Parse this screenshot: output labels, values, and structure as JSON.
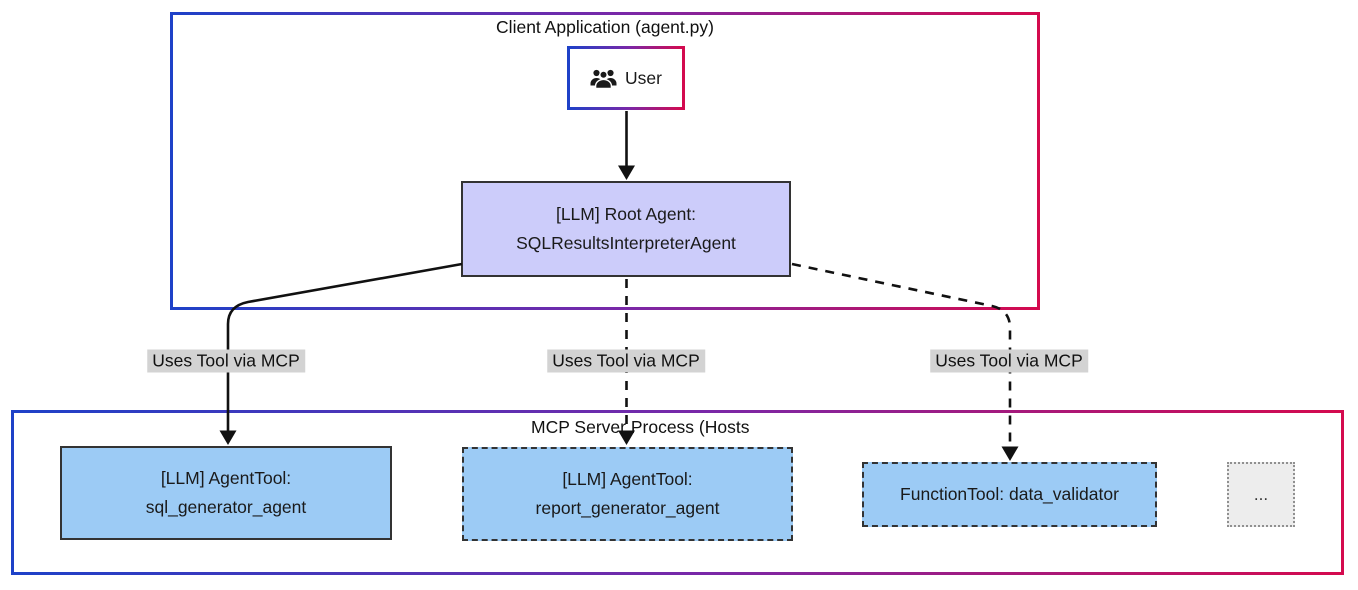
{
  "client": {
    "title": "Client Application (agent.py)",
    "user": {
      "label": "User",
      "icon": "users-icon"
    },
    "root_agent": {
      "line1": "[LLM] Root Agent:",
      "line2": "SQLResultsInterpreterAgent"
    }
  },
  "edges": [
    {
      "from": "root_agent",
      "to": "sql_generator_agent",
      "label": "Uses Tool via MCP",
      "style": "solid"
    },
    {
      "from": "root_agent",
      "to": "report_generator_agent",
      "label": "Uses Tool via MCP",
      "style": "dashed"
    },
    {
      "from": "root_agent",
      "to": "data_validator",
      "label": "Uses Tool via MCP",
      "style": "dashed"
    }
  ],
  "server": {
    "title": "MCP Server Process (Hosts",
    "tools": [
      {
        "line1": "[LLM] AgentTool:",
        "line2": "sql_generator_agent",
        "border": "solid"
      },
      {
        "line1": "[LLM] AgentTool:",
        "line2": "report_generator_agent",
        "border": "dashed"
      },
      {
        "line1": "FunctionTool: data_validator",
        "border": "dashed"
      },
      {
        "line1": "...",
        "border": "dotted"
      }
    ]
  },
  "colors": {
    "container_gradient_start": "#1e41c8",
    "container_gradient_mid": "#7928a8",
    "container_gradient_end": "#d40a4e",
    "root_agent_fill": "#ccccfa",
    "root_agent_border": "#333333",
    "tool_fill": "#9ccbf5",
    "tool_border": "#333333",
    "edge_label_bg": "#d3d3d3",
    "dots_fill": "#ededed",
    "dots_border": "#909090",
    "edge_color": "#111111"
  }
}
